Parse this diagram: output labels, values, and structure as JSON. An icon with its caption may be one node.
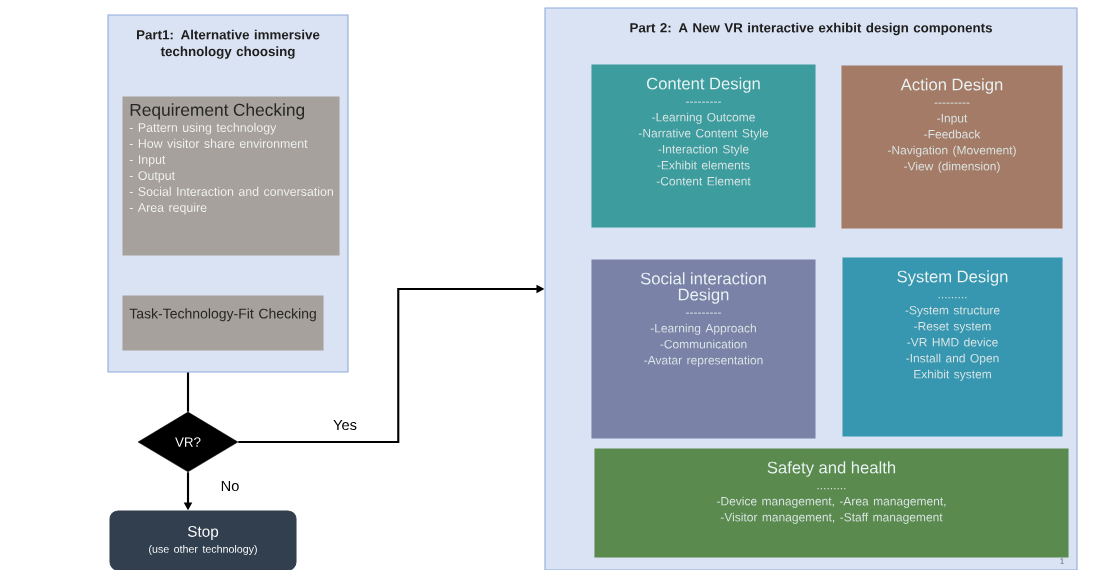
{
  "diagram": {
    "nodes": [
      {
        "text": [
          "Part1: Alternative immersive technology choosing"
        ]
      },
      {
        "text": [
          "Requirement Checking",
          "- Pattern using technology",
          "- How visitor share environment",
          "- Input",
          "- Output",
          "- Social Interaction and conversation",
          "- Area require"
        ],
        "in": 0
      },
      {
        "text": [
          "Task-Technology-Fit Checking"
        ],
        "in": 0
      },
      {
        "text": [
          "VR?"
        ]
      },
      {
        "text": [
          "Stop",
          "(use other technology)"
        ]
      },
      {
        "text": [
          "Part 2: A New VR interactive exhibit design components"
        ]
      },
      {
        "text": [
          "Content Design",
          "---------",
          "-Learning Outcome",
          "-Narrative Content Style",
          "-Interaction Style",
          "-Exhibit elements",
          "-Content Element"
        ],
        "in": 5
      },
      {
        "text": [
          "Action Design",
          "---------",
          "-Input",
          "-Feedback",
          "-Navigation (Movement)",
          "-View (dimension)"
        ],
        "in": 5
      },
      {
        "text": [
          "Social interaction Design",
          "---------",
          "-Learning Approach",
          "-Communication",
          "-Avatar representation"
        ],
        "in": 5
      },
      {
        "text": [
          "System Design",
          ".........",
          "-System structure",
          "-Reset system",
          "-VR HMD device",
          "-Install and Open Exhibit system"
        ],
        "in": 5
      },
      {
        "text": [
          "Safety and health",
          ".........",
          "-Device management, -Area management,",
          "-Visitor management, -Staff management"
        ],
        "in": 5
      }
    ],
    "edges": [
      {
        "from": 0,
        "to": 3,
        "arrow": "none"
      },
      {
        "from": 3,
        "to": 5,
        "arrow": "to",
        "label": "Yes"
      },
      {
        "from": 3,
        "to": 4,
        "arrow": "to",
        "label": "No"
      }
    ],
    "labels": [
      "1"
    ]
  }
}
